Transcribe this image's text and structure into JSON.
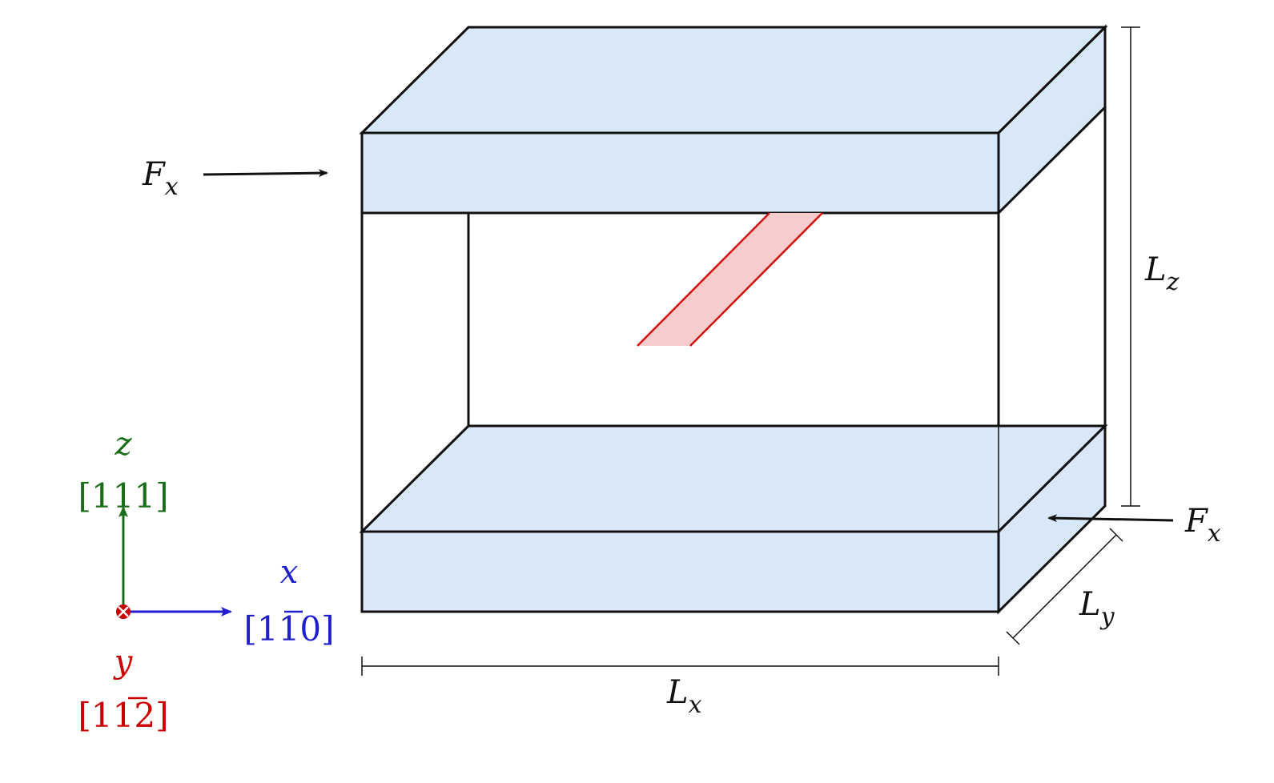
{
  "labels": {
    "force_top": {
      "main": "F",
      "sub": "x"
    },
    "force_bottom": {
      "main": "F",
      "sub": "x"
    },
    "length_x": {
      "main": "L",
      "sub": "x"
    },
    "length_y": {
      "main": "L",
      "sub": "y"
    },
    "length_z": {
      "main": "L",
      "sub": "z"
    }
  },
  "axes": {
    "z": {
      "name": "z",
      "direction": [
        "[1",
        "1",
        "1]"
      ],
      "overbar": "",
      "color": "#1a6e1a"
    },
    "x": {
      "name": "x",
      "direction": [
        "[1",
        "1",
        "0]"
      ],
      "overbar": "1",
      "color": "#1f1fd0"
    },
    "y": {
      "name": "y",
      "direction": [
        "[11",
        "2",
        "]"
      ],
      "overbar": "2",
      "color": "#cc0000"
    }
  },
  "colors": {
    "slab_fill": "#d9e8f8",
    "edge": "#111111",
    "dislocation_fill": "#f6cccc",
    "dislocation_edge": "#d01010"
  }
}
